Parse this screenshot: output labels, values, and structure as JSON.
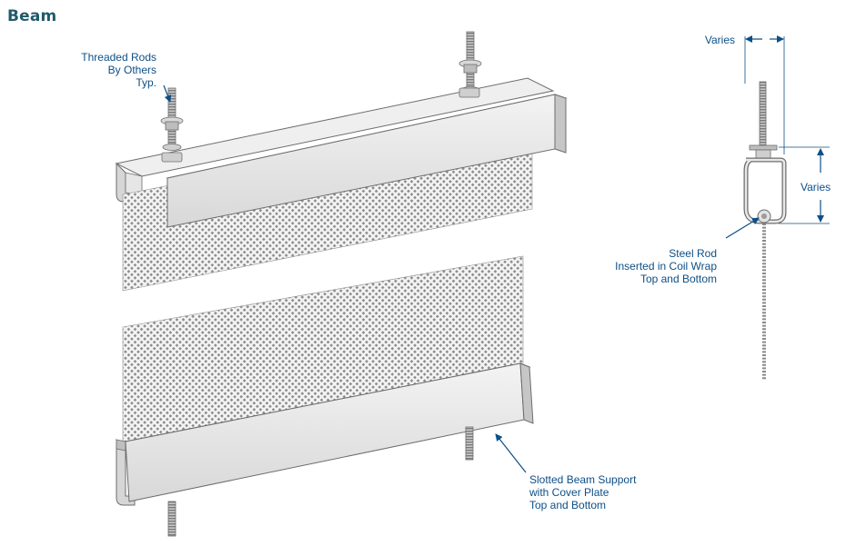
{
  "title": "Beam",
  "labels": {
    "threaded_rods": [
      "Threaded Rods",
      "By Others",
      "Typ."
    ],
    "varies_top": "Varies",
    "varies_side": "Varies",
    "steel_rod": [
      "Steel Rod",
      "Inserted in Coil Wrap",
      "Top and Bottom"
    ],
    "slotted_beam": [
      "Slotted Beam Support",
      "with Cover Plate",
      "Top and Bottom"
    ]
  },
  "colors": {
    "label_text": "#0d4f86",
    "title_text": "#1f5a6b",
    "leader": "#0d4f86",
    "metal_light": "#eeeeee",
    "metal_mid": "#d4d4d4",
    "metal_dark": "#a9a9a9",
    "outline": "#6d6d6d",
    "mesh": "#8e8e8e"
  }
}
